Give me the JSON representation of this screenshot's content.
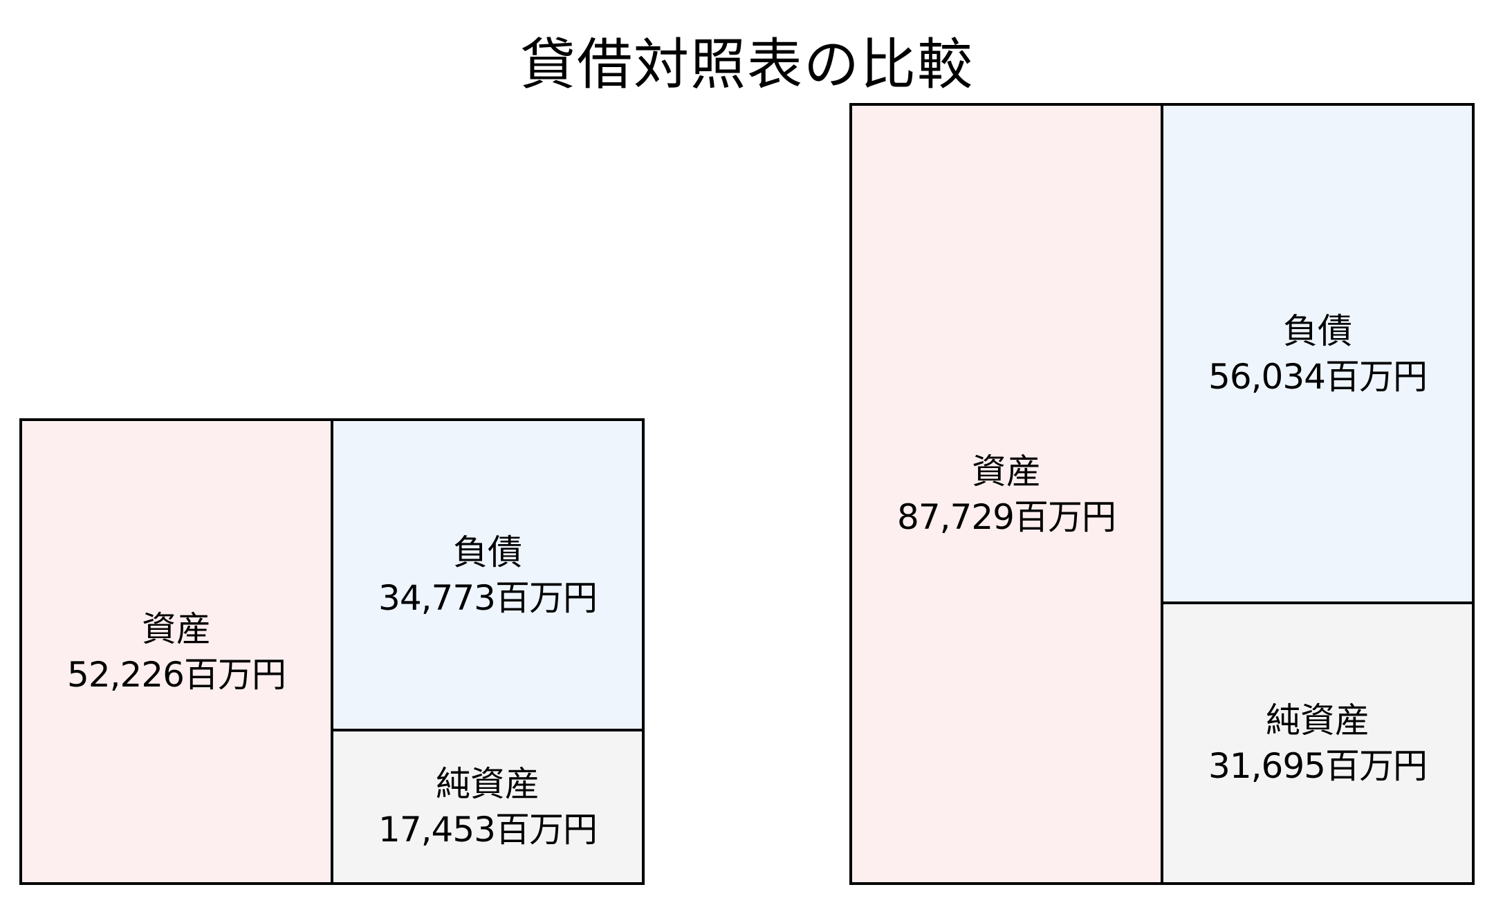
{
  "title": "貸借対照表の比較",
  "unit": "百万円",
  "colors": {
    "assets": "#FDEFEF",
    "liabilities": "#EEF5FD",
    "net_assets": "#F4F4F4",
    "border": "#000000"
  },
  "left": {
    "assets": {
      "label": "資産",
      "value": "52,226百万円"
    },
    "liabilities": {
      "label": "負債",
      "value": "34,773百万円"
    },
    "net_assets": {
      "label": "純資産",
      "value": "17,453百万円"
    }
  },
  "right": {
    "assets": {
      "label": "資産",
      "value": "87,729百万円"
    },
    "liabilities": {
      "label": "負債",
      "value": "56,034百万円"
    },
    "net_assets": {
      "label": "純資産",
      "value": "31,695百万円"
    }
  },
  "chart_data": [
    {
      "type": "bar",
      "title": "貸借対照表の比較",
      "subtitle": "左側",
      "categories": [
        "資産",
        "負債",
        "純資産"
      ],
      "values": [
        52226,
        34773,
        17453
      ],
      "unit": "百万円",
      "layout": "balance-sheet box diagram: assets left column; liabilities stacked over net assets in right column"
    },
    {
      "type": "bar",
      "title": "貸借対照表の比較",
      "subtitle": "右側",
      "categories": [
        "資産",
        "負債",
        "純資産"
      ],
      "values": [
        87729,
        56034,
        31695
      ],
      "unit": "百万円",
      "layout": "balance-sheet box diagram: assets left column; liabilities stacked over net assets in right column"
    }
  ]
}
